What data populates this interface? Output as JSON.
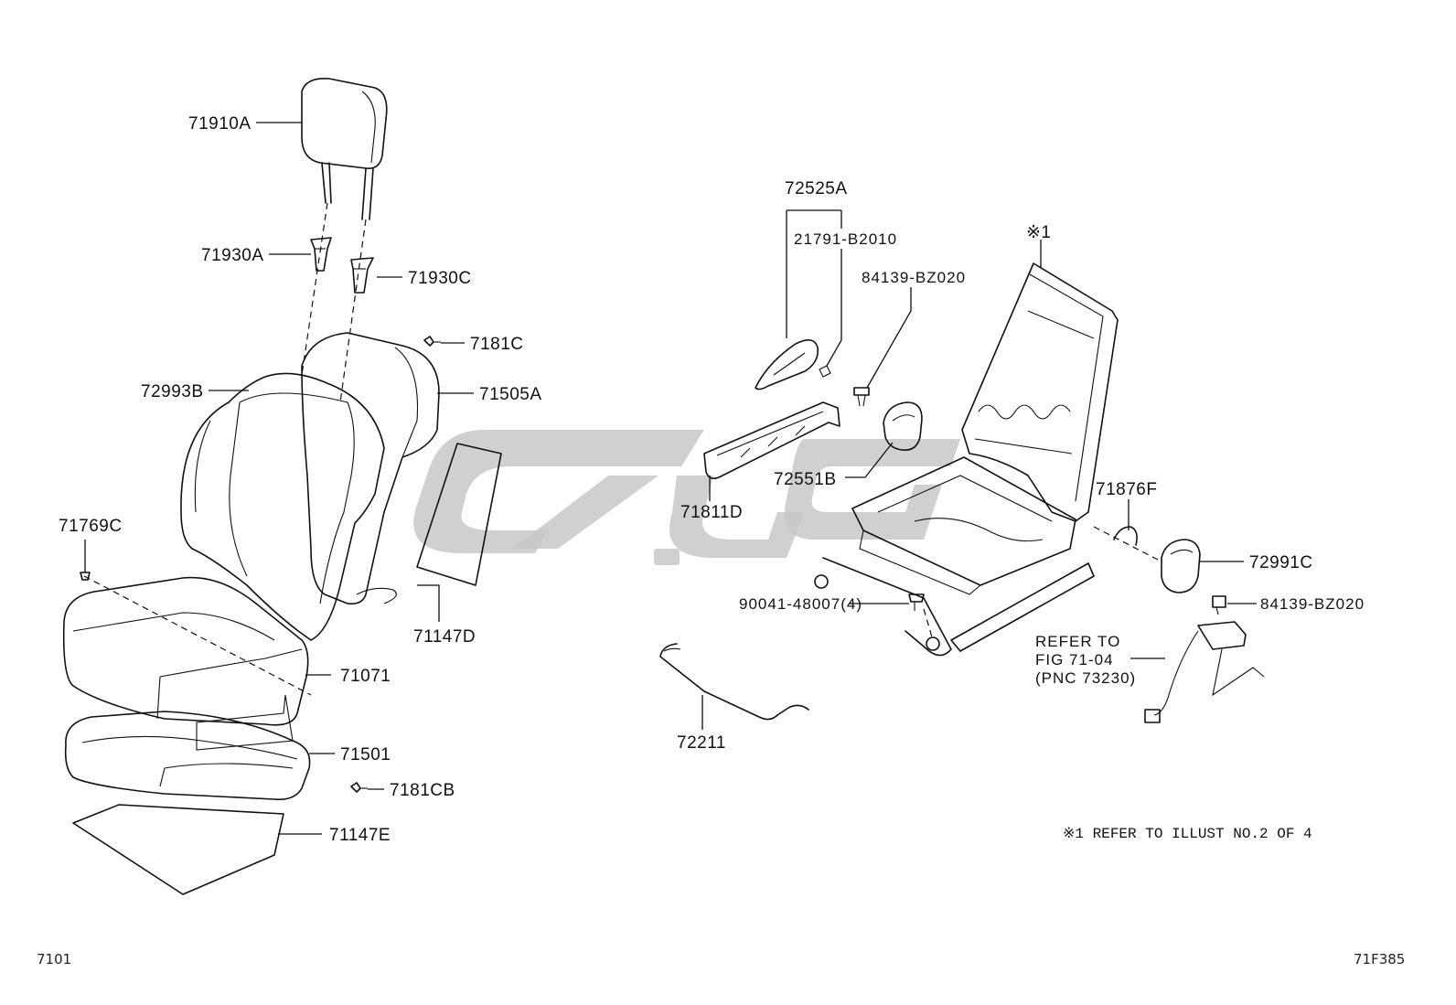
{
  "labels": {
    "l71910A": "71910A",
    "l71930A": "71930A",
    "l71930C": "71930C",
    "l7181C": "7181C",
    "l72993B": "72993B",
    "l71505A": "71505A",
    "l71769C": "71769C",
    "l71147D": "71147D",
    "l71071": "71071",
    "l71501": "71501",
    "l7181CB": "7181CB",
    "l71147E": "71147E",
    "l72525A": "72525A",
    "l21791": "21791-B2010",
    "l84139top": "84139-BZ020",
    "l72551B": "72551B",
    "l71811D": "71811D",
    "l90041": "90041-48007(4)",
    "l72211": "72211",
    "mark1": "※1",
    "l71876F": "71876F",
    "l72991C": "72991C",
    "l84139right": "84139-BZ020",
    "refer1": "REFER TO",
    "refer2": "FIG 71-04",
    "refer3": "(PNC 73230)",
    "note": "※1 REFER TO ILLUST NO.2 OF 4"
  },
  "corners": {
    "left": "7101",
    "right": "71F385"
  },
  "colors": {
    "line": "#111111",
    "watermark": "#c8c8c8"
  }
}
